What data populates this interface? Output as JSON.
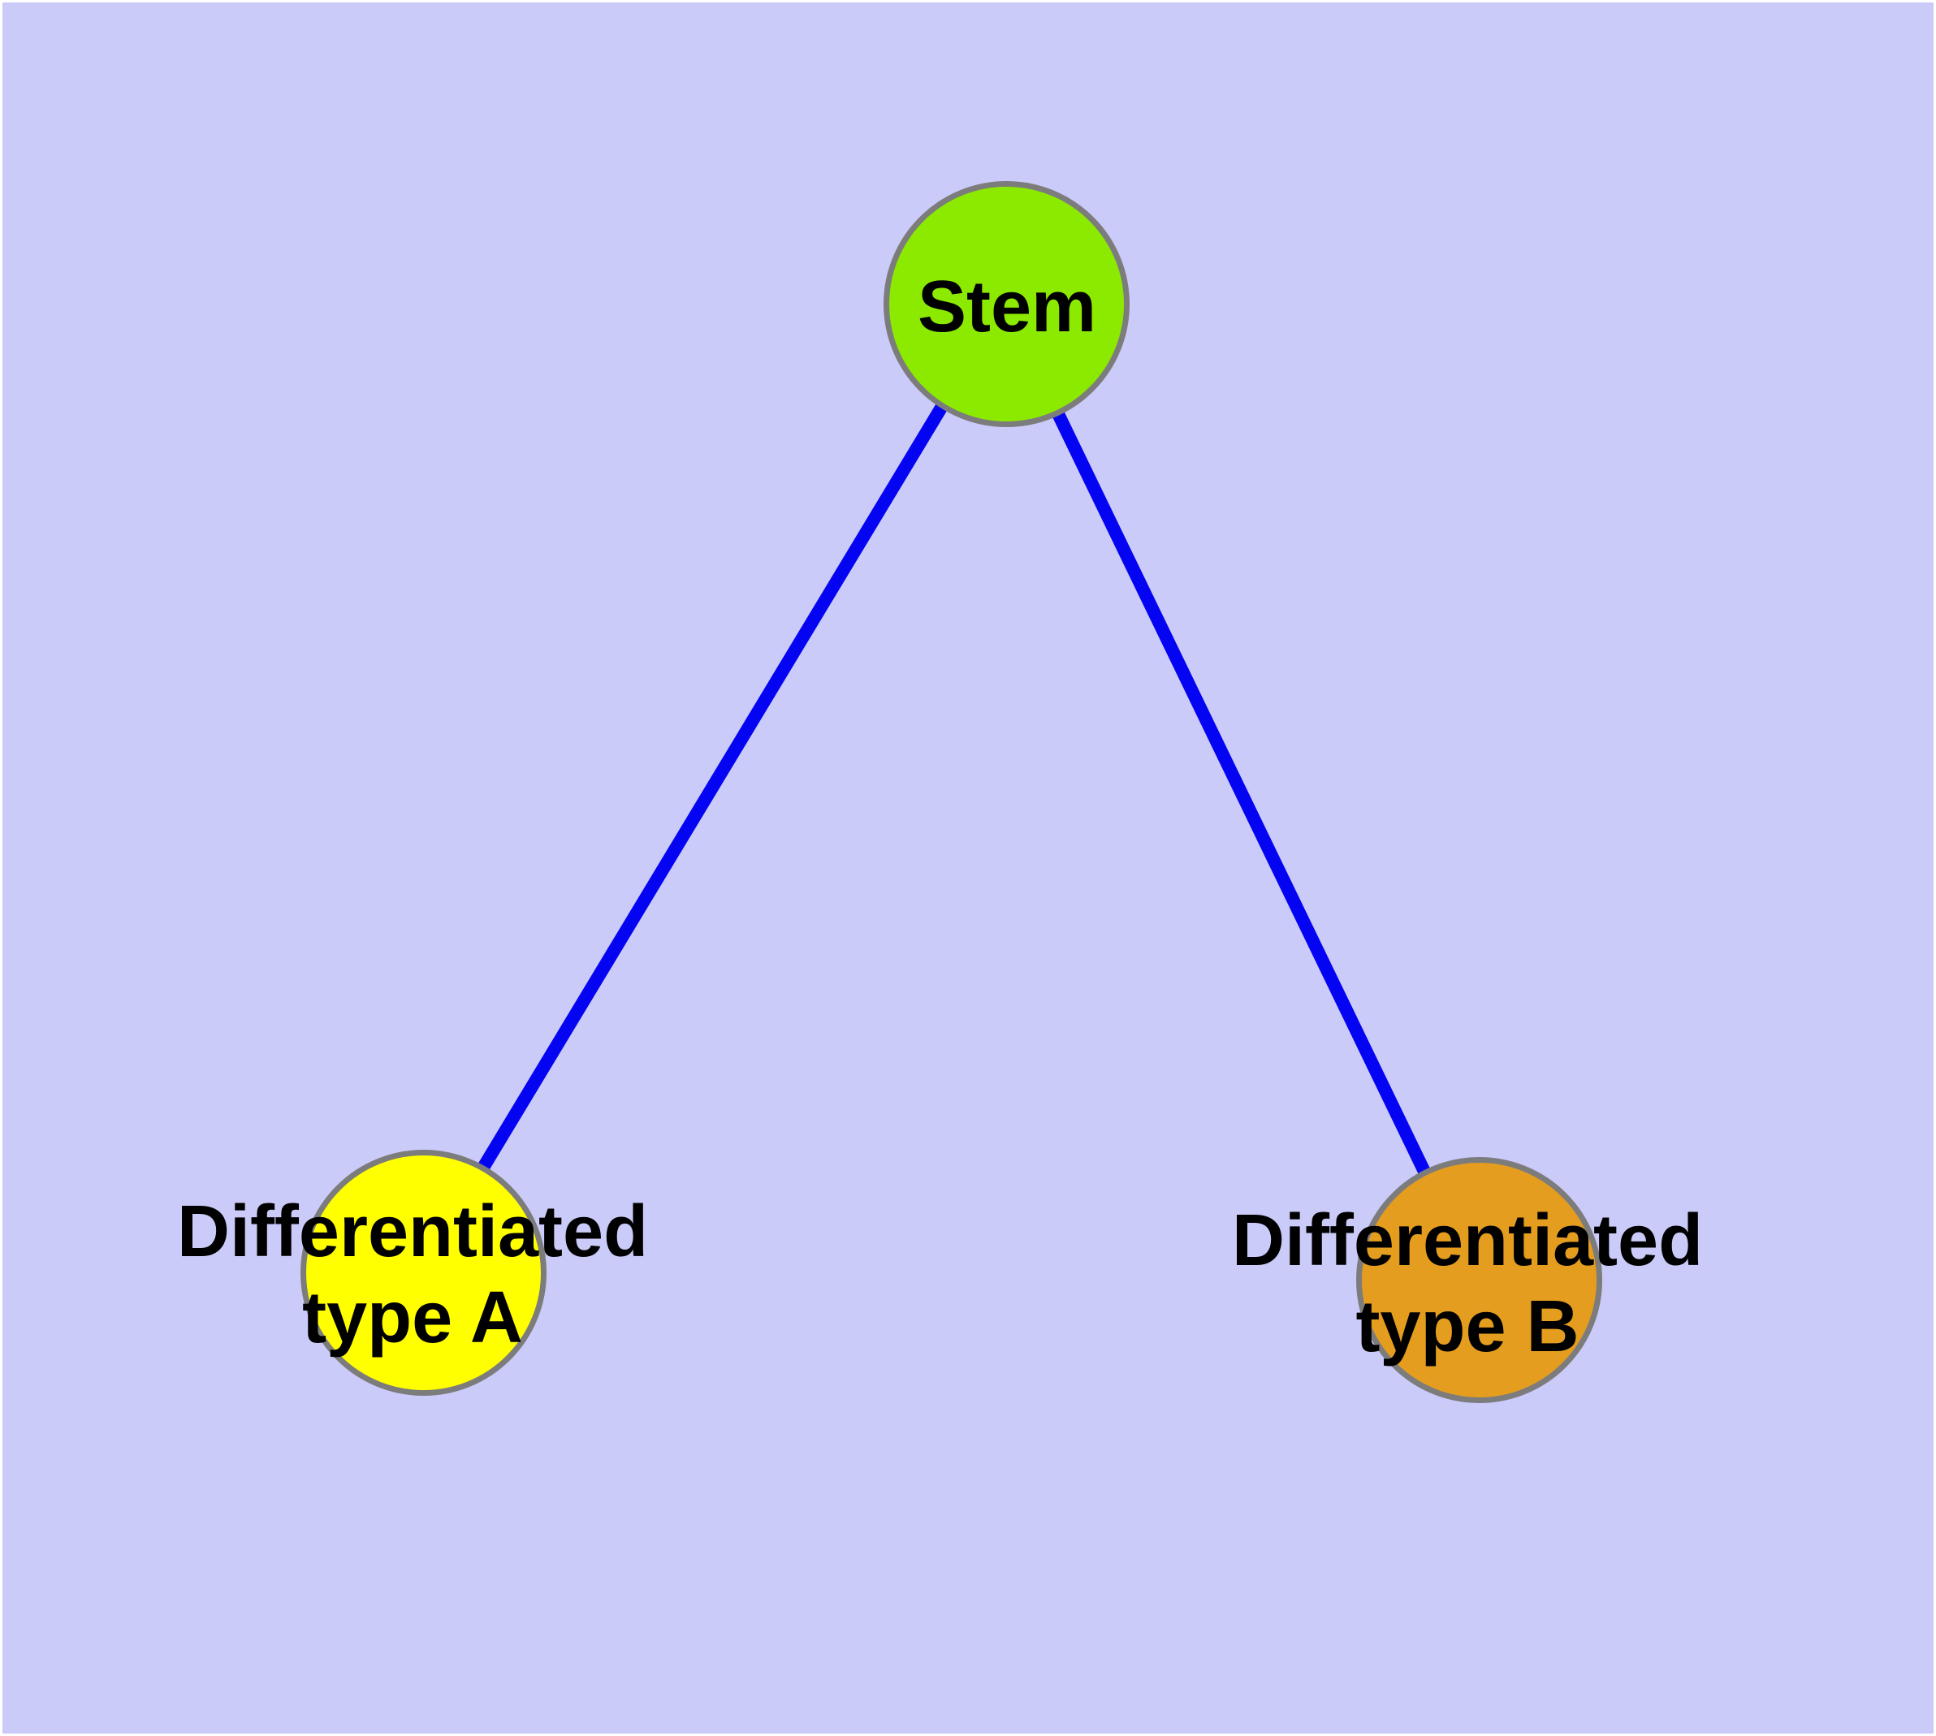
{
  "canvas": {
    "background_color": "#CBCBF9",
    "margin_color": "#FFFFFF"
  },
  "diagram": {
    "type": "node-edge-graph",
    "node_border_color": "#7C7C7C",
    "edge_color": "#0404F2",
    "label_color": "#000000",
    "nodes": [
      {
        "id": "stem",
        "label": "Stem",
        "fill": "#8CEA00"
      },
      {
        "id": "diff-a",
        "label": "Differentiated type A",
        "line1": "Differentiated",
        "line2": "type A",
        "fill": "#FFFF00"
      },
      {
        "id": "diff-b",
        "label": "Differentiated type B",
        "line1": "Differentiated",
        "line2": "type B",
        "fill": "#E59D1F"
      }
    ],
    "edges": [
      {
        "from": "Stem",
        "to": "Differentiated type A"
      },
      {
        "from": "Stem",
        "to": "Differentiated type B"
      }
    ]
  }
}
